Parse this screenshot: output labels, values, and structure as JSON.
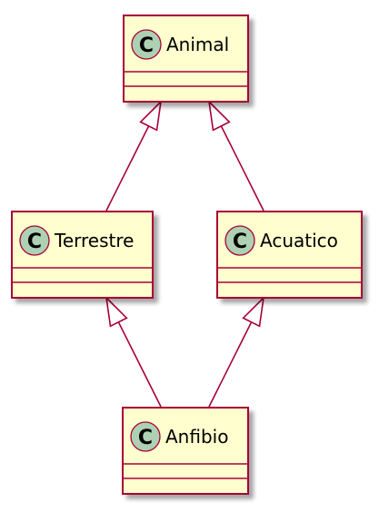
{
  "colors": {
    "class_fill": "#FEFECE",
    "class_border": "#A80036",
    "circle_fill": "#ADD1B2",
    "edge": "#A80036",
    "shadow": "#c8c8c8"
  },
  "diagram": {
    "classes": [
      {
        "id": "animal",
        "name": "Animal",
        "stereotype": "C"
      },
      {
        "id": "terrestre",
        "name": "Terrestre",
        "stereotype": "C"
      },
      {
        "id": "acuatico",
        "name": "Acuatico",
        "stereotype": "C"
      },
      {
        "id": "anfibio",
        "name": "Anfibio",
        "stereotype": "C"
      }
    ],
    "inheritance": [
      {
        "child": "terrestre",
        "parent": "animal"
      },
      {
        "child": "acuatico",
        "parent": "animal"
      },
      {
        "child": "anfibio",
        "parent": "terrestre"
      },
      {
        "child": "anfibio",
        "parent": "acuatico"
      }
    ]
  }
}
